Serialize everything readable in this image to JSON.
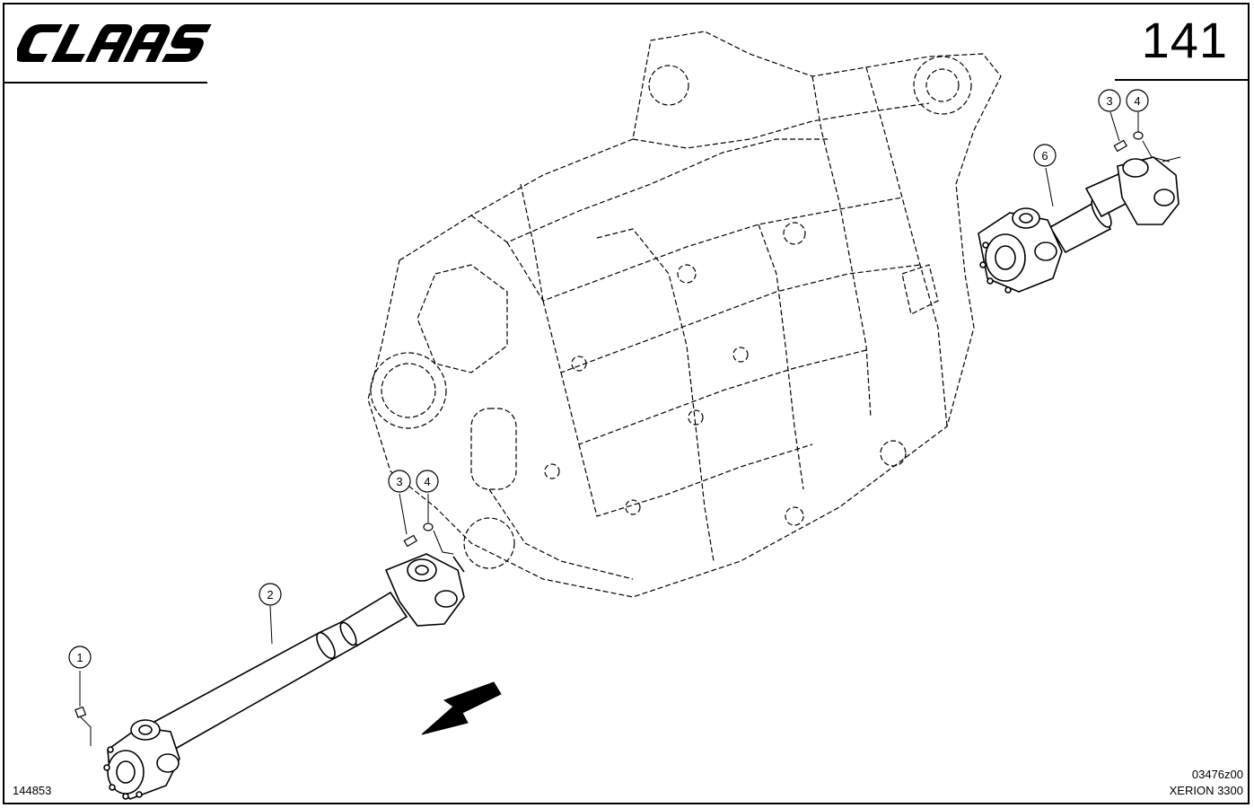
{
  "header": {
    "brand": "CLAAS",
    "page_number": "141"
  },
  "footer": {
    "drawing_id": "144853",
    "figure_code": "03476z00",
    "model": "XERION 3300"
  },
  "callouts": {
    "c1": "1",
    "c2": "2",
    "c3a": "3",
    "c4a": "4",
    "c3b": "3",
    "c4b": "4",
    "c6": "6"
  },
  "colors": {
    "ink": "#000000",
    "paper": "#ffffff"
  }
}
